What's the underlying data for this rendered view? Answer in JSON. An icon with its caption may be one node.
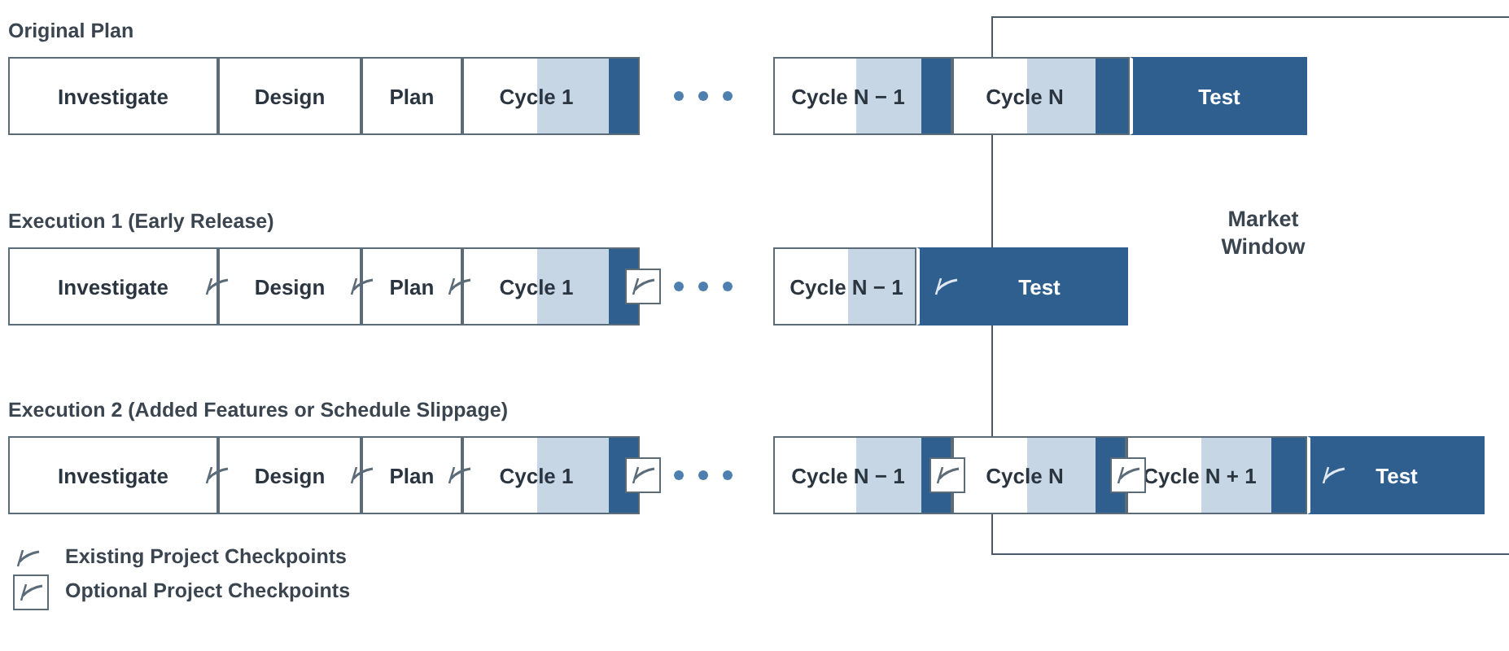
{
  "diagram": {
    "nodes": [
      {
        "text": [
          "Market Window"
        ]
      },
      {
        "text": [
          "Investigate"
        ]
      },
      {
        "text": [
          "Design"
        ]
      },
      {
        "text": [
          "Plan"
        ]
      },
      {
        "text": [
          "Cycle 1"
        ]
      },
      {
        "text": [
          "Cycle N − 1"
        ]
      },
      {
        "text": [
          "Cycle N"
        ]
      },
      {
        "text": [
          "Test"
        ],
        "in": 0
      },
      {
        "text": [
          "Investigate"
        ]
      },
      {
        "text": [
          "Design"
        ]
      },
      {
        "text": [
          "Plan"
        ]
      },
      {
        "text": [
          "Cycle 1"
        ]
      },
      {
        "text": [
          "Cycle N − 1"
        ]
      },
      {
        "text": [
          "Test"
        ]
      },
      {
        "text": [
          "Investigate"
        ]
      },
      {
        "text": [
          "Design"
        ]
      },
      {
        "text": [
          "Plan"
        ]
      },
      {
        "text": [
          "Cycle 1"
        ]
      },
      {
        "text": [
          "Cycle N − 1"
        ]
      },
      {
        "text": [
          "Cycle N"
        ]
      },
      {
        "text": [
          "Cycle N + 1"
        ],
        "in": 0
      },
      {
        "text": [
          "Test"
        ],
        "in": 0
      }
    ],
    "labels": [
      "Original Plan",
      "Execution 1 (Early Release)",
      "Execution 2 (Added Features or Schedule Slippage)"
    ],
    "legend": [
      {
        "text": "Existing Project Checkpoints"
      },
      {
        "text": "Optional Project Checkpoints"
      }
    ]
  }
}
